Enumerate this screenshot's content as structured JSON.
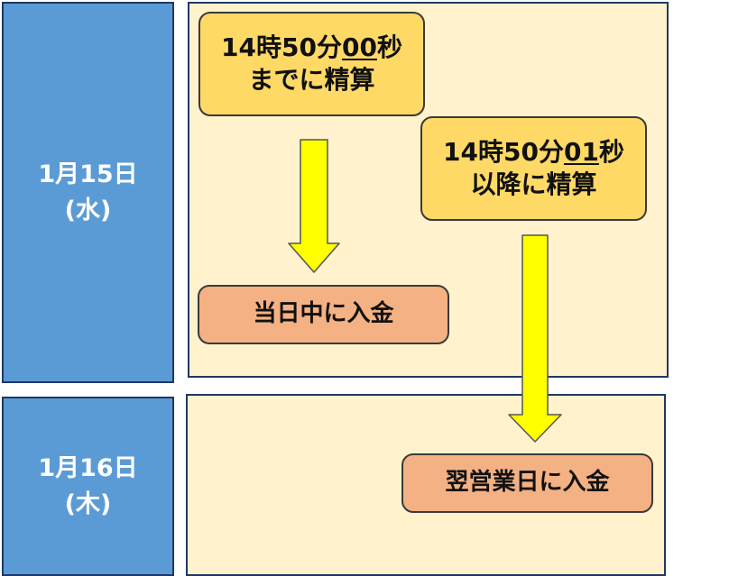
{
  "days": [
    {
      "date": "1月15日",
      "weekday": "(水)"
    },
    {
      "date": "1月16日",
      "weekday": "(木)"
    }
  ],
  "boxes": {
    "settle_before": {
      "time_prefix": "14時50分",
      "seconds": "00",
      "seconds_unit": "秒",
      "line2": "までに精算"
    },
    "settle_after": {
      "time_prefix": "14時50分",
      "seconds": "01",
      "seconds_unit": "秒",
      "line2": "以降に精算"
    },
    "deposit_same_day": "当日中に入金",
    "deposit_next_day": "翌営業日に入金"
  },
  "colors": {
    "date_column": "#5b9bd5",
    "panel": "#fff2cc",
    "condition_box": "#ffd966",
    "result_box": "#f4b183",
    "arrow": "#ffff00"
  }
}
